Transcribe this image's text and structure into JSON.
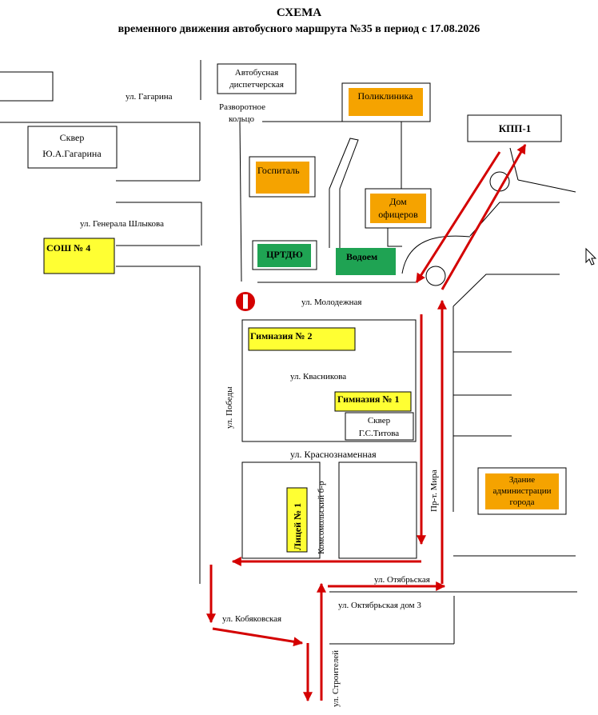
{
  "header": {
    "title": "СХЕМА",
    "subtitle": "временного движения автобусного маршрута №35 в период с 17.08.2026"
  },
  "colors": {
    "route": "#d40000",
    "orange_box": "#f5a300",
    "yellow_box": "#ffff33",
    "green_box": "#1fa353",
    "stop_sign": "#d40000",
    "lines": "#000000"
  },
  "buildings": {
    "bus_dispatch": "Автобусная\nдиспетчерская",
    "turnaround": "Разворотное\nкольцо",
    "polyclinic": "Поликлиника",
    "kpp1": "КПП-1",
    "square_gagarin": "Сквер\nЮ.А.Гагарина",
    "hospital": "Госпиталь",
    "officers_house": "Дом\nофицеров",
    "school4": "СОШ № 4",
    "crtdyu": "ЦРТДЮ",
    "reservoir": "Водоем",
    "gymnasium2": "Гимназия № 2",
    "gymnasium1": "Гимназия № 1",
    "square_titov": "Сквер\nГ.С.Титова",
    "administration": "Здание\nадминистрации\nгорода",
    "lyceum1": "Лицей № 1"
  },
  "streets": {
    "gagarina": "ул. Гагарина",
    "shlykova": "ул. Генерала Шлыкова",
    "molodezhnaya": "ул. Молодежная",
    "kvasnikova": "ул. Квасникова",
    "pobedy": "ул. Победы",
    "krasnoznamennaya": "ул. Краснознаменная",
    "komsomolsky": "Комсомольский б-р",
    "mira": "Пр-т. Мира",
    "otyabrskaya": "ул. Отябрьская",
    "oktyabrskaya3": "ул. Октябрьская дом 3",
    "kobyakovskaya": "ул. Кобяковская",
    "stroiteley": "ул. Строителей"
  }
}
